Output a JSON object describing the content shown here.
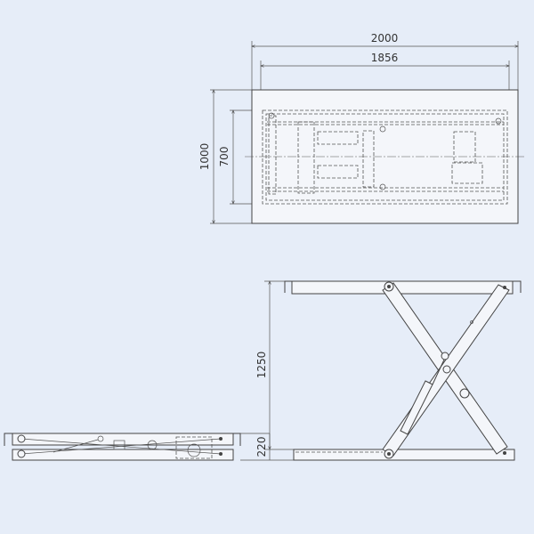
{
  "drawing": {
    "top_view": {
      "overall_length": "2000",
      "frame_length": "1856",
      "overall_width": "1000",
      "frame_width": "700"
    },
    "side_view": {
      "raised_height": "1250",
      "lowered_height": "220"
    }
  },
  "colors": {
    "background": "#e6edf8",
    "line": "#444444",
    "plate_fill": "#f4f6fa"
  }
}
